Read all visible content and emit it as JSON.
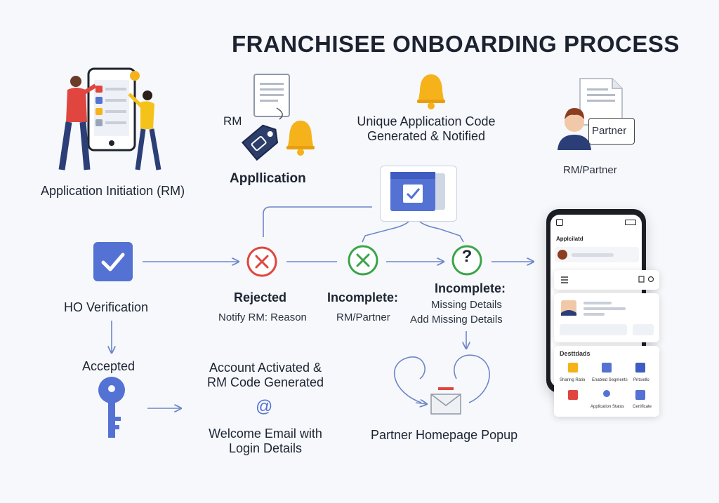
{
  "title": "FRANCHISEE ONBOARDING PROCESS",
  "colors": {
    "accent": "#5472d3",
    "reject": "#e0463f",
    "ok": "#3aa548",
    "bell": "#f5b21a",
    "line": "#6f86c9"
  },
  "nodes": {
    "app_initiation": "Application Initiation (RM)",
    "rm_tag": "RM",
    "application": "Appllication",
    "unique_code": "Unique Application Code\nGenerated & Notified",
    "partner_bubble": "Partner",
    "rm_partner": "RM/Partner",
    "ho_verification": "HO Verification",
    "rejected": "Rejected",
    "rejected_sub": "Notify RM: Reason",
    "incomplete1": "Incomplete:",
    "incomplete1_sub": "RM/Partner",
    "incomplete2": "Incomplete:",
    "incomplete2_sub1": "Missing Details",
    "incomplete2_sub2": "Add Missing Details",
    "accepted": "Accepted",
    "account_activated": "Account Activated &\nRM Code Generated",
    "at_symbol": "@",
    "welcome_email": "Welcome Email with\nLogin Details",
    "partner_popup": "Partner Homepage Popup",
    "question_mark": "?"
  },
  "phone": {
    "header": "Applcilatd",
    "dashboard": "Desttdads",
    "tiles": [
      "Sharing Ratio",
      "Enabled Segments",
      "Pritsiello",
      "",
      "Application Status",
      "Certificate"
    ]
  },
  "icons": [
    "people-checklist-icon",
    "document-tag-icon",
    "bell-icon",
    "check-window-icon",
    "partner-avatar-icon",
    "checkbox-icon",
    "x-circle-icon",
    "check-circle-icon",
    "question-circle-icon",
    "key-icon",
    "at-icon",
    "envelope-icon"
  ]
}
